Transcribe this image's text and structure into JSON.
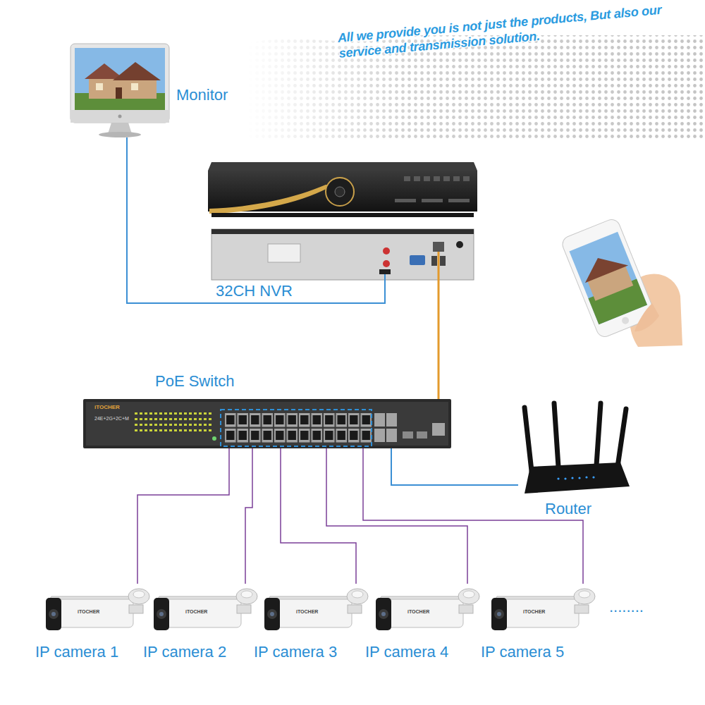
{
  "diagram": {
    "nodes": [
      {
        "text": [
          "Monitor"
        ]
      },
      {
        "text": [
          "32CH NVR"
        ]
      },
      {
        "text": [
          "PoE Switch"
        ]
      },
      {
        "text": [
          "Router"
        ]
      },
      {
        "text": [
          "IP camera 1"
        ]
      },
      {
        "text": [
          "IP camera 2"
        ]
      },
      {
        "text": [
          "IP camera 3"
        ]
      },
      {
        "text": [
          "IP camera 4"
        ]
      },
      {
        "text": [
          "IP camera 5"
        ]
      }
    ],
    "edges": [
      {
        "from": 0,
        "to": 1,
        "arrow": "none"
      },
      {
        "from": 1,
        "to": 2,
        "arrow": "none"
      },
      {
        "from": 2,
        "to": 3,
        "arrow": "none"
      },
      {
        "from": 2,
        "to": 4,
        "arrow": "none"
      },
      {
        "from": 2,
        "to": 5,
        "arrow": "none"
      },
      {
        "from": 2,
        "to": 6,
        "arrow": "none"
      },
      {
        "from": 2,
        "to": 7,
        "arrow": "none"
      },
      {
        "from": 2,
        "to": 8,
        "arrow": "none"
      }
    ],
    "labels": [
      "All we provide you is not just the products, But also our service and transmission solution.",
      "iTOCHER",
      "24E+2G+2C+M",
      "iTOCHER",
      "iTOCHER",
      "iTOCHER",
      "iTOCHER",
      "iTOCHER",
      "........"
    ]
  }
}
